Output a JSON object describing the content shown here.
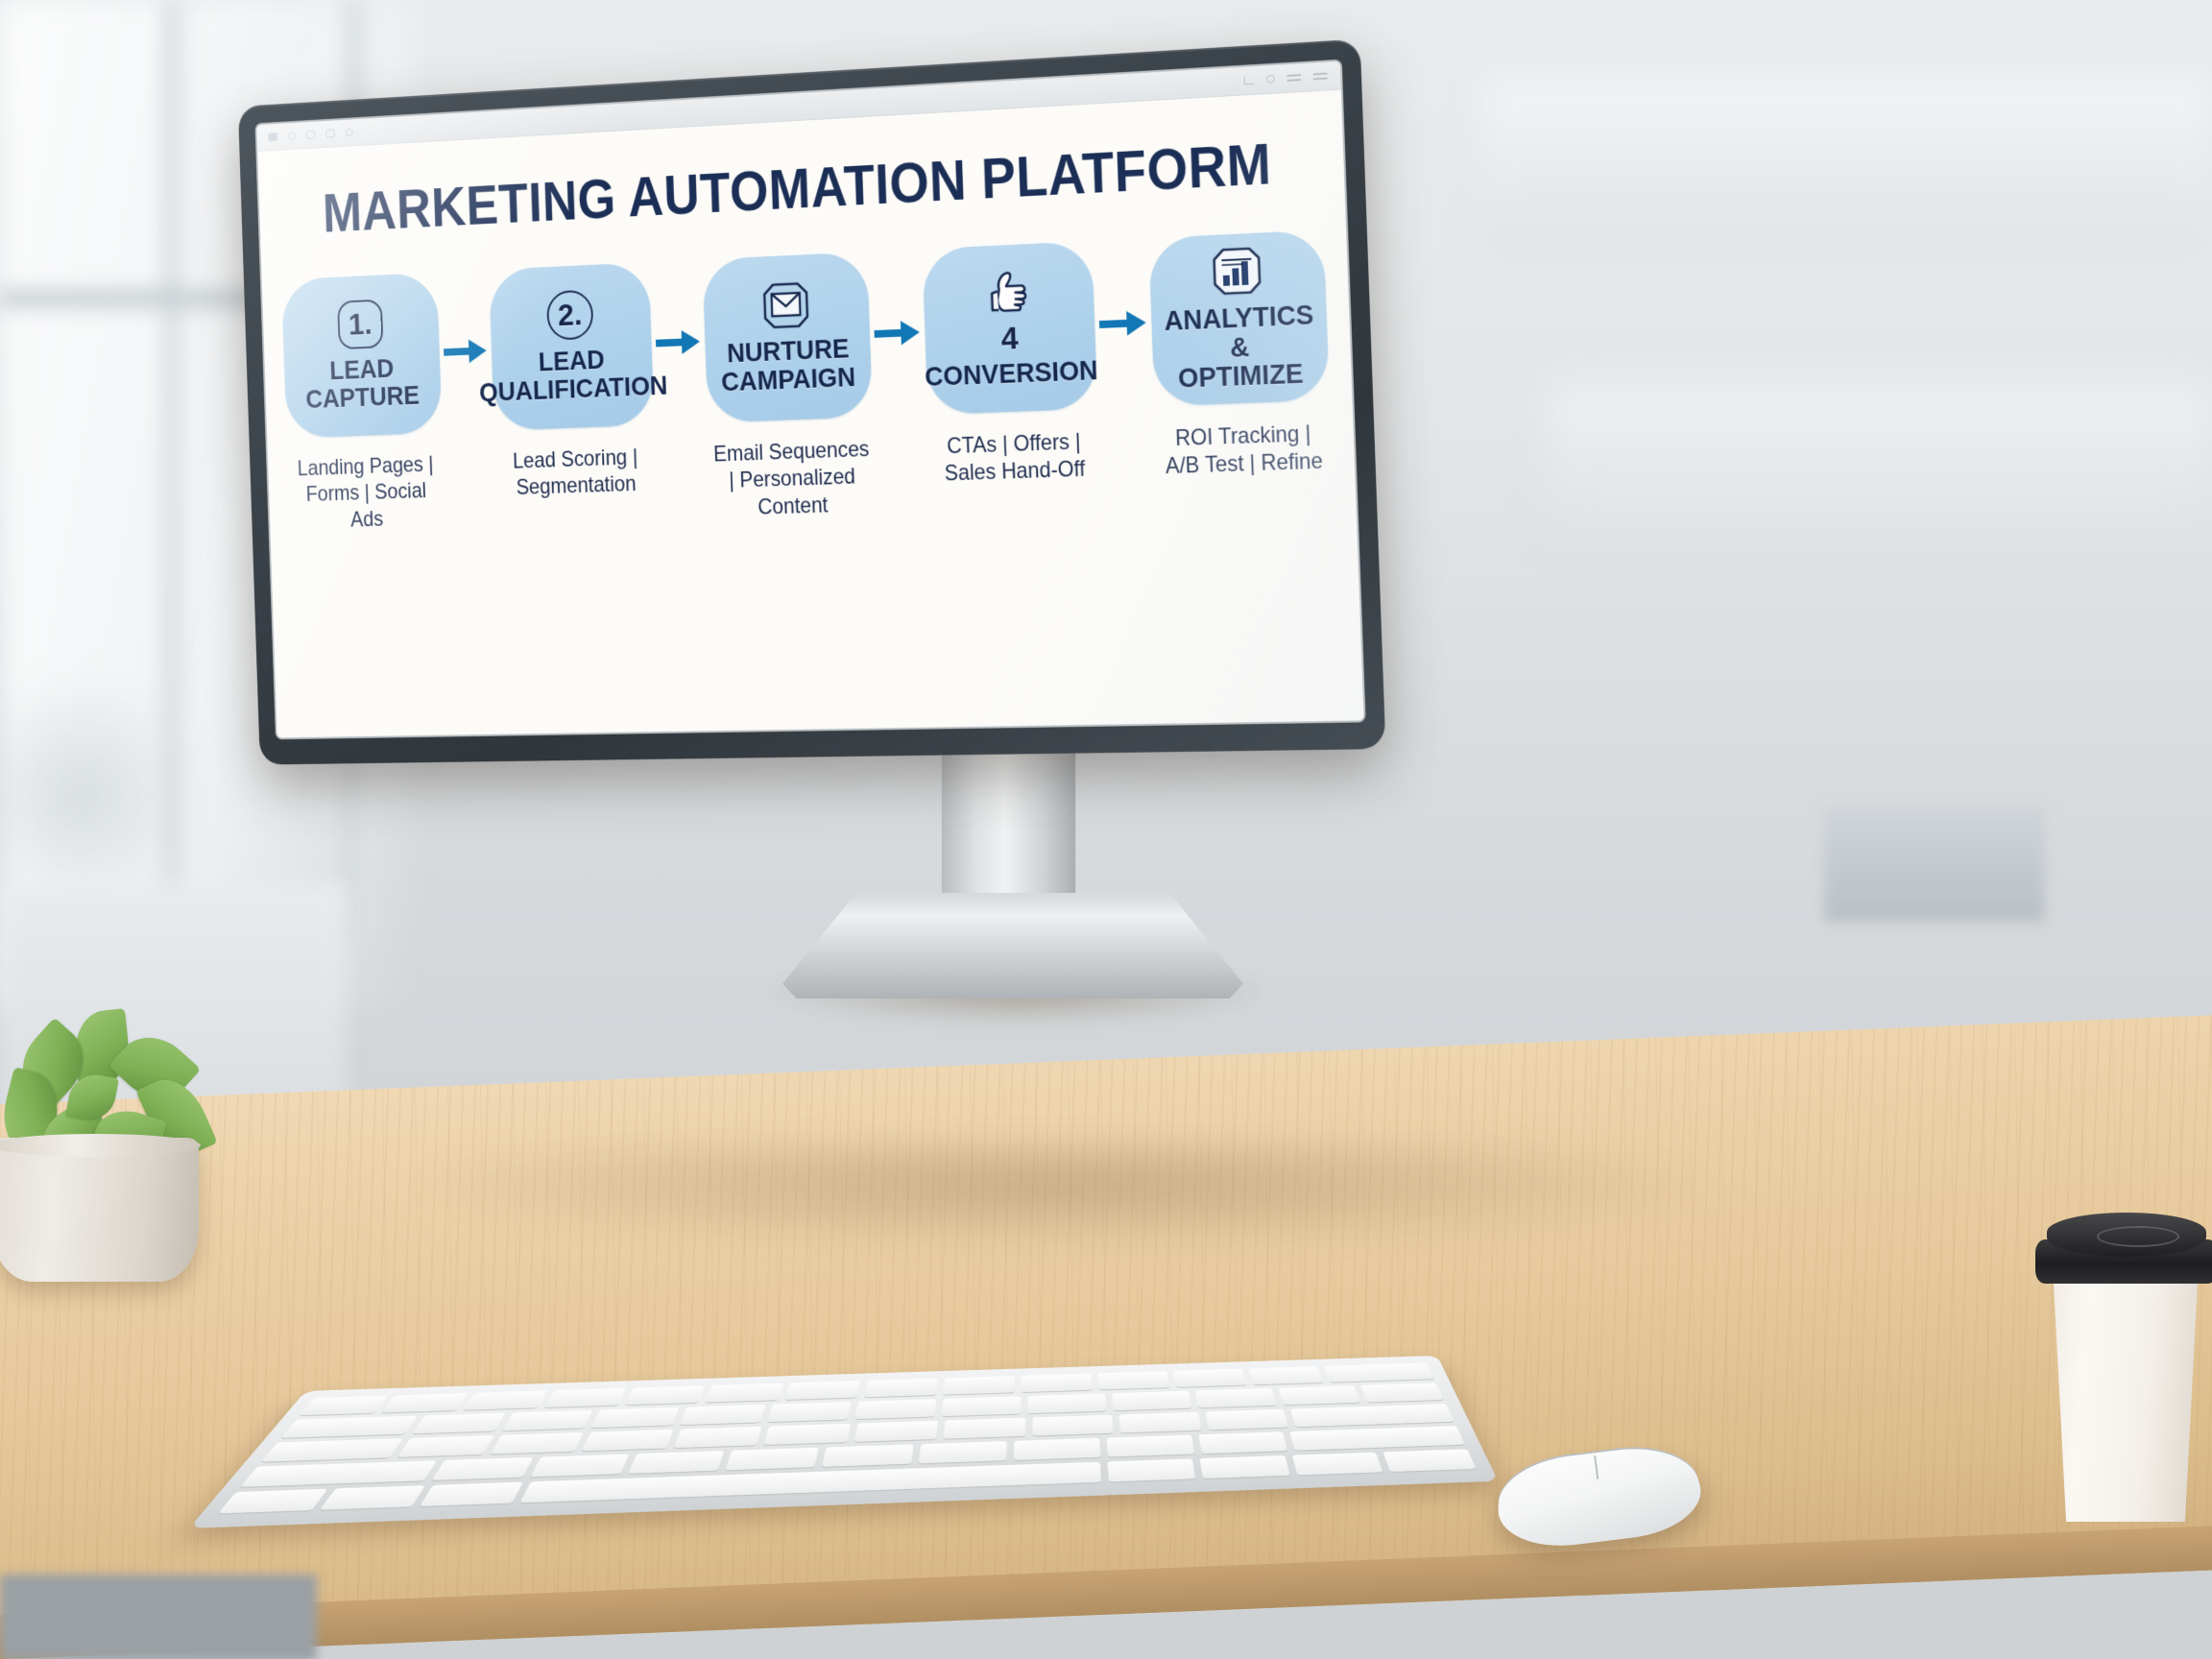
{
  "scene": {
    "description": "office-desk-with-monitor",
    "objects": [
      "monitor",
      "keyboard",
      "mouse",
      "succulent-plant",
      "coffee-cup"
    ]
  },
  "browser_chrome": {
    "left_icons": [
      "window-icon",
      "reload-icon",
      "bookmark-icon",
      "tag-icon",
      "clock-icon"
    ],
    "right_icons": [
      "undo-icon",
      "refresh-icon",
      "list-icon",
      "menu-icon"
    ]
  },
  "slide": {
    "title": "MARKETING AUTOMATION PLATFORM",
    "accent_box": "#aed1eb",
    "accent_arrow": "#1277b5",
    "text_navy": "#16274d",
    "steps": [
      {
        "badge": "1.",
        "badge_style": "rounded-square",
        "icon": "number-badge-icon",
        "label_line1": "LEAD",
        "label_line2": "CAPTURE",
        "caption": "Landing Pages | Forms | Social Ads"
      },
      {
        "badge": "2.",
        "badge_style": "circle",
        "icon": "number-badge-icon",
        "label_line1": "LEAD",
        "label_line2": "QUALIFICATION",
        "caption": "Lead Scoring | Segmentation"
      },
      {
        "badge": "",
        "badge_style": "none",
        "icon": "envelope-icon",
        "label_line1": "NURTURE",
        "label_line2": "CAMPAIGN",
        "caption": "Email Sequences | Personalized Content"
      },
      {
        "badge": "4",
        "badge_style": "plain",
        "icon": "thumbs-up-icon",
        "label_line1": "",
        "label_line2": "CONVERSION",
        "caption": "CTAs | Offers | Sales Hand-Off"
      },
      {
        "badge": "",
        "badge_style": "none",
        "icon": "bar-chart-icon",
        "label_line1": "ANALYTICS &",
        "label_line2": "OPTIMIZE",
        "caption": "ROI Tracking | A/B Test | Refine"
      }
    ],
    "arrows": [
      "arrow-right-icon",
      "arrow-right-icon",
      "arrow-right-icon",
      "arrow-right-icon"
    ]
  }
}
